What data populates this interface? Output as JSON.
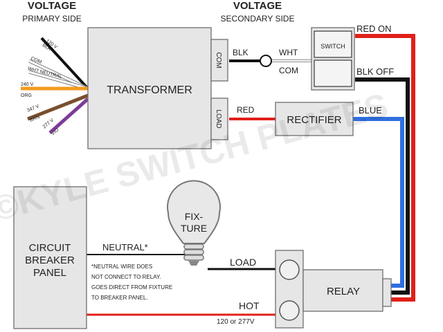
{
  "headers": {
    "primary_title": "VOLTAGE",
    "primary_sub": "PRIMARY SIDE",
    "secondary_title": "VOLTAGE",
    "secondary_sub": "SECONDARY SIDE"
  },
  "primary_wires": [
    {
      "label": "120 V",
      "sublabel": "BLK",
      "color": "#111111"
    },
    {
      "label": "COM",
      "sublabel": "",
      "color": "#ffffff"
    },
    {
      "label": "WHT NEUTRAL",
      "sublabel": "",
      "color": "#ffffff"
    },
    {
      "label": "240 V",
      "sublabel": "ORG",
      "color": "#f39a1e"
    },
    {
      "label": "347 V",
      "sublabel": "BRN",
      "color": "#7a4f2e"
    },
    {
      "label": "277 V",
      "sublabel": "VIO",
      "color": "#7d3c98"
    }
  ],
  "transformer": {
    "label": "TRANSFORMER",
    "com_tab": "COM",
    "load_tab": "LOAD"
  },
  "secondary": {
    "blk_label": "BLK",
    "wht_label": "WHT",
    "com_label": "COM",
    "red_label": "RED"
  },
  "switch": {
    "label": "SWITCH",
    "red_on": "RED ON",
    "blk_off": "BLK OFF"
  },
  "rectifier": {
    "label": "RECTIFIER",
    "blue_label": "BLUE"
  },
  "fixture": {
    "line1": "FIX-",
    "line2": "TURE"
  },
  "breaker": {
    "line1": "CIRCUIT",
    "line2": "BREAKER",
    "line3": "PANEL"
  },
  "neutral": {
    "label": "NEUTRAL*",
    "note_lines": [
      "*NEUTRAL WIRE DOES",
      "NOT CONNECT TO RELAY.",
      "GOES DIRECT FROM FIXTURE",
      "TO BREAKER PANEL."
    ]
  },
  "relay": {
    "label": "RELAY",
    "load_label": "LOAD",
    "hot_label": "HOT",
    "hot_sub": "120 or 277V"
  },
  "watermark": {
    "text": "©KYLE SWITCH PLATES"
  },
  "colors": {
    "red": "#e0201a",
    "blue": "#2f6fe0",
    "black": "#111111",
    "box_fill": "#e6e6e6"
  }
}
